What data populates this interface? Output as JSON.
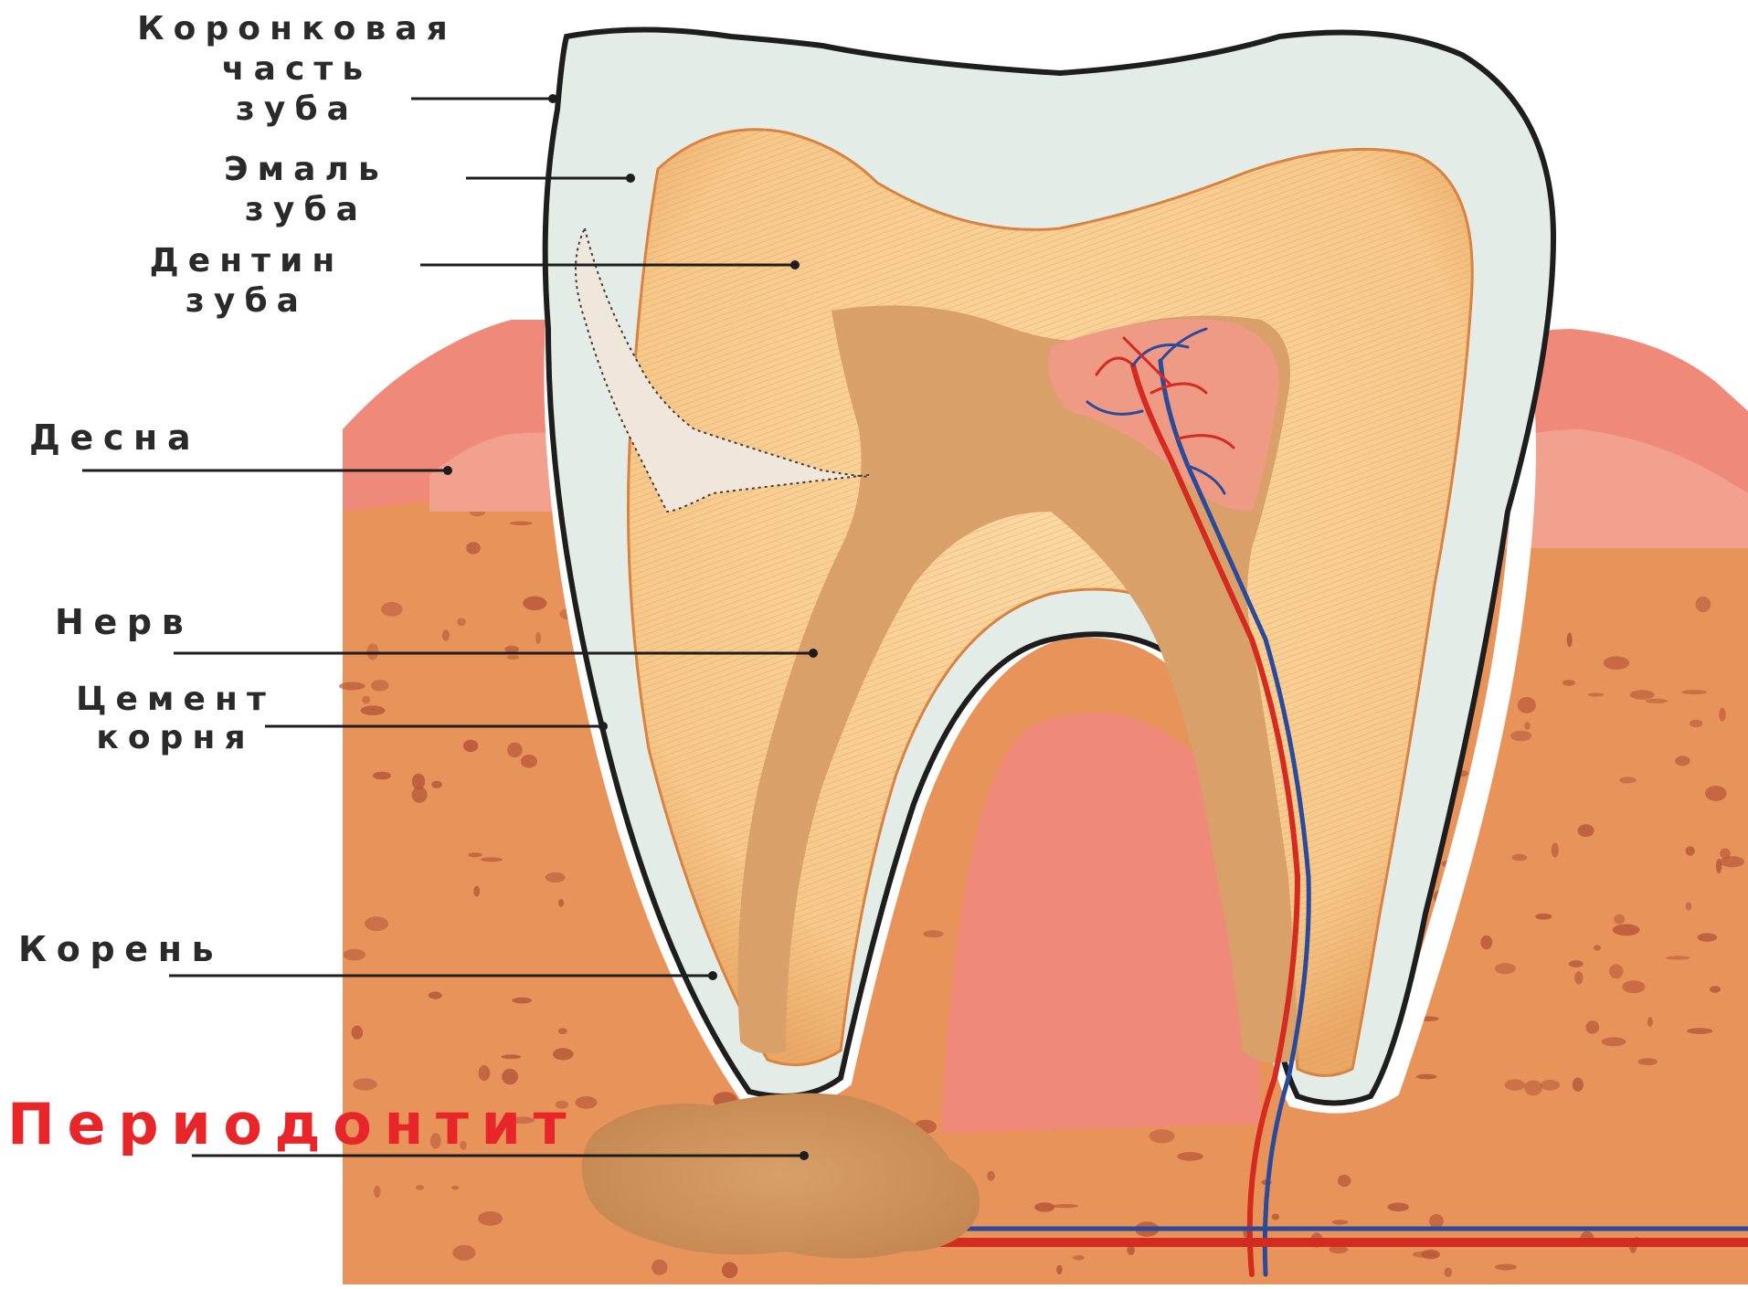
{
  "labels": {
    "crown_line1": "Коронковая",
    "crown_line2": "часть",
    "crown_line3": "зуба",
    "enamel_line1": "Эмаль",
    "enamel_line2": "зуба",
    "dentin_line1": "Дентин",
    "dentin_line2": "зуба",
    "gum": "Десна",
    "nerve": "Нерв",
    "cement_line1": "Цемент",
    "cement_line2": "корня",
    "root": "Корень",
    "periodontitis": "Периодонтит"
  },
  "colors": {
    "enamel": "#e3ece6",
    "dentin": "#f6c88a",
    "pulp": "#d9a06a",
    "gum": "#ef8a7a",
    "bone": "#e8935a",
    "bone_spots": "#b8583a",
    "vessel_red": "#d42a1f",
    "vessel_blue": "#2b4a9a",
    "pathology_red": "#e8262a"
  }
}
